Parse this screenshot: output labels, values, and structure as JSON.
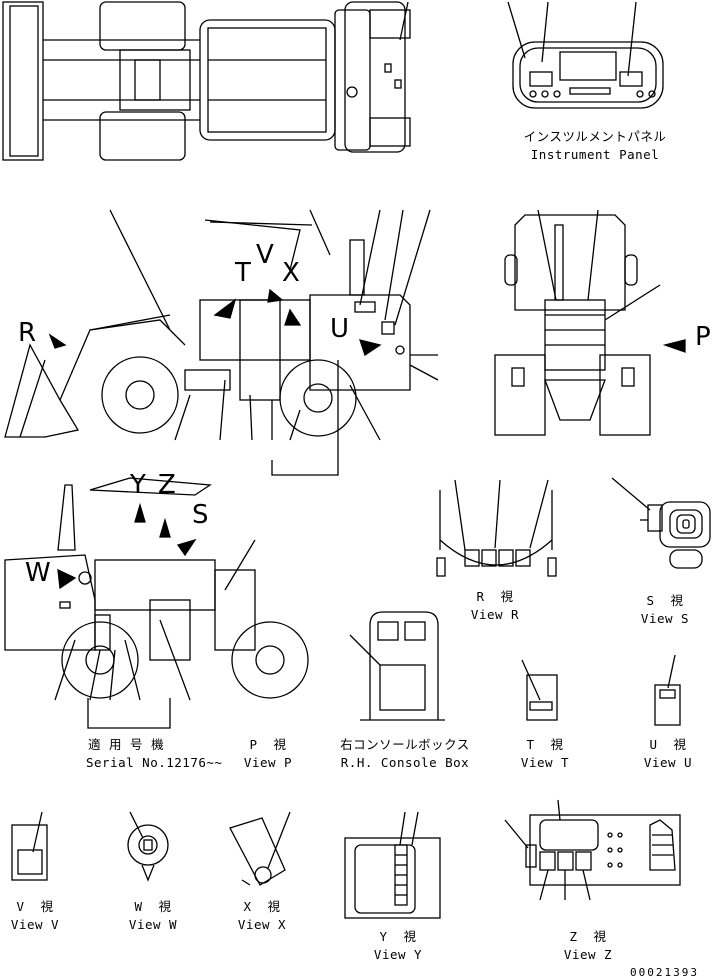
{
  "instrument_panel": {
    "ja": "インスツルメントパネル",
    "en": "Instrument Panel"
  },
  "arrow_letters": {
    "R": "R",
    "P": "P",
    "T": "T",
    "V": "V",
    "X": "X",
    "U": "U",
    "Y": "Y",
    "Z": "Z",
    "S": "S",
    "W": "W"
  },
  "views": {
    "R": {
      "ja": "R  視",
      "en": "View R"
    },
    "S": {
      "ja": "S  視",
      "en": "View S"
    },
    "P": {
      "ja": "P  視",
      "en": "View P"
    },
    "T": {
      "ja": "T  視",
      "en": "View T"
    },
    "U": {
      "ja": "U  視",
      "en": "View U"
    },
    "V": {
      "ja": "V  視",
      "en": "View V"
    },
    "W": {
      "ja": "W  視",
      "en": "View W"
    },
    "X": {
      "ja": "X  視",
      "en": "View X"
    },
    "Y": {
      "ja": "Y  視",
      "en": "View Y"
    },
    "Z": {
      "ja": "Z  視",
      "en": "View Z"
    }
  },
  "serial": {
    "ja": "適 用 号 機",
    "en": "Serial No.12176~~"
  },
  "console_box": {
    "ja": "右コンソールボックス",
    "en": "R.H. Console Box"
  },
  "drawing_number": "00021393"
}
